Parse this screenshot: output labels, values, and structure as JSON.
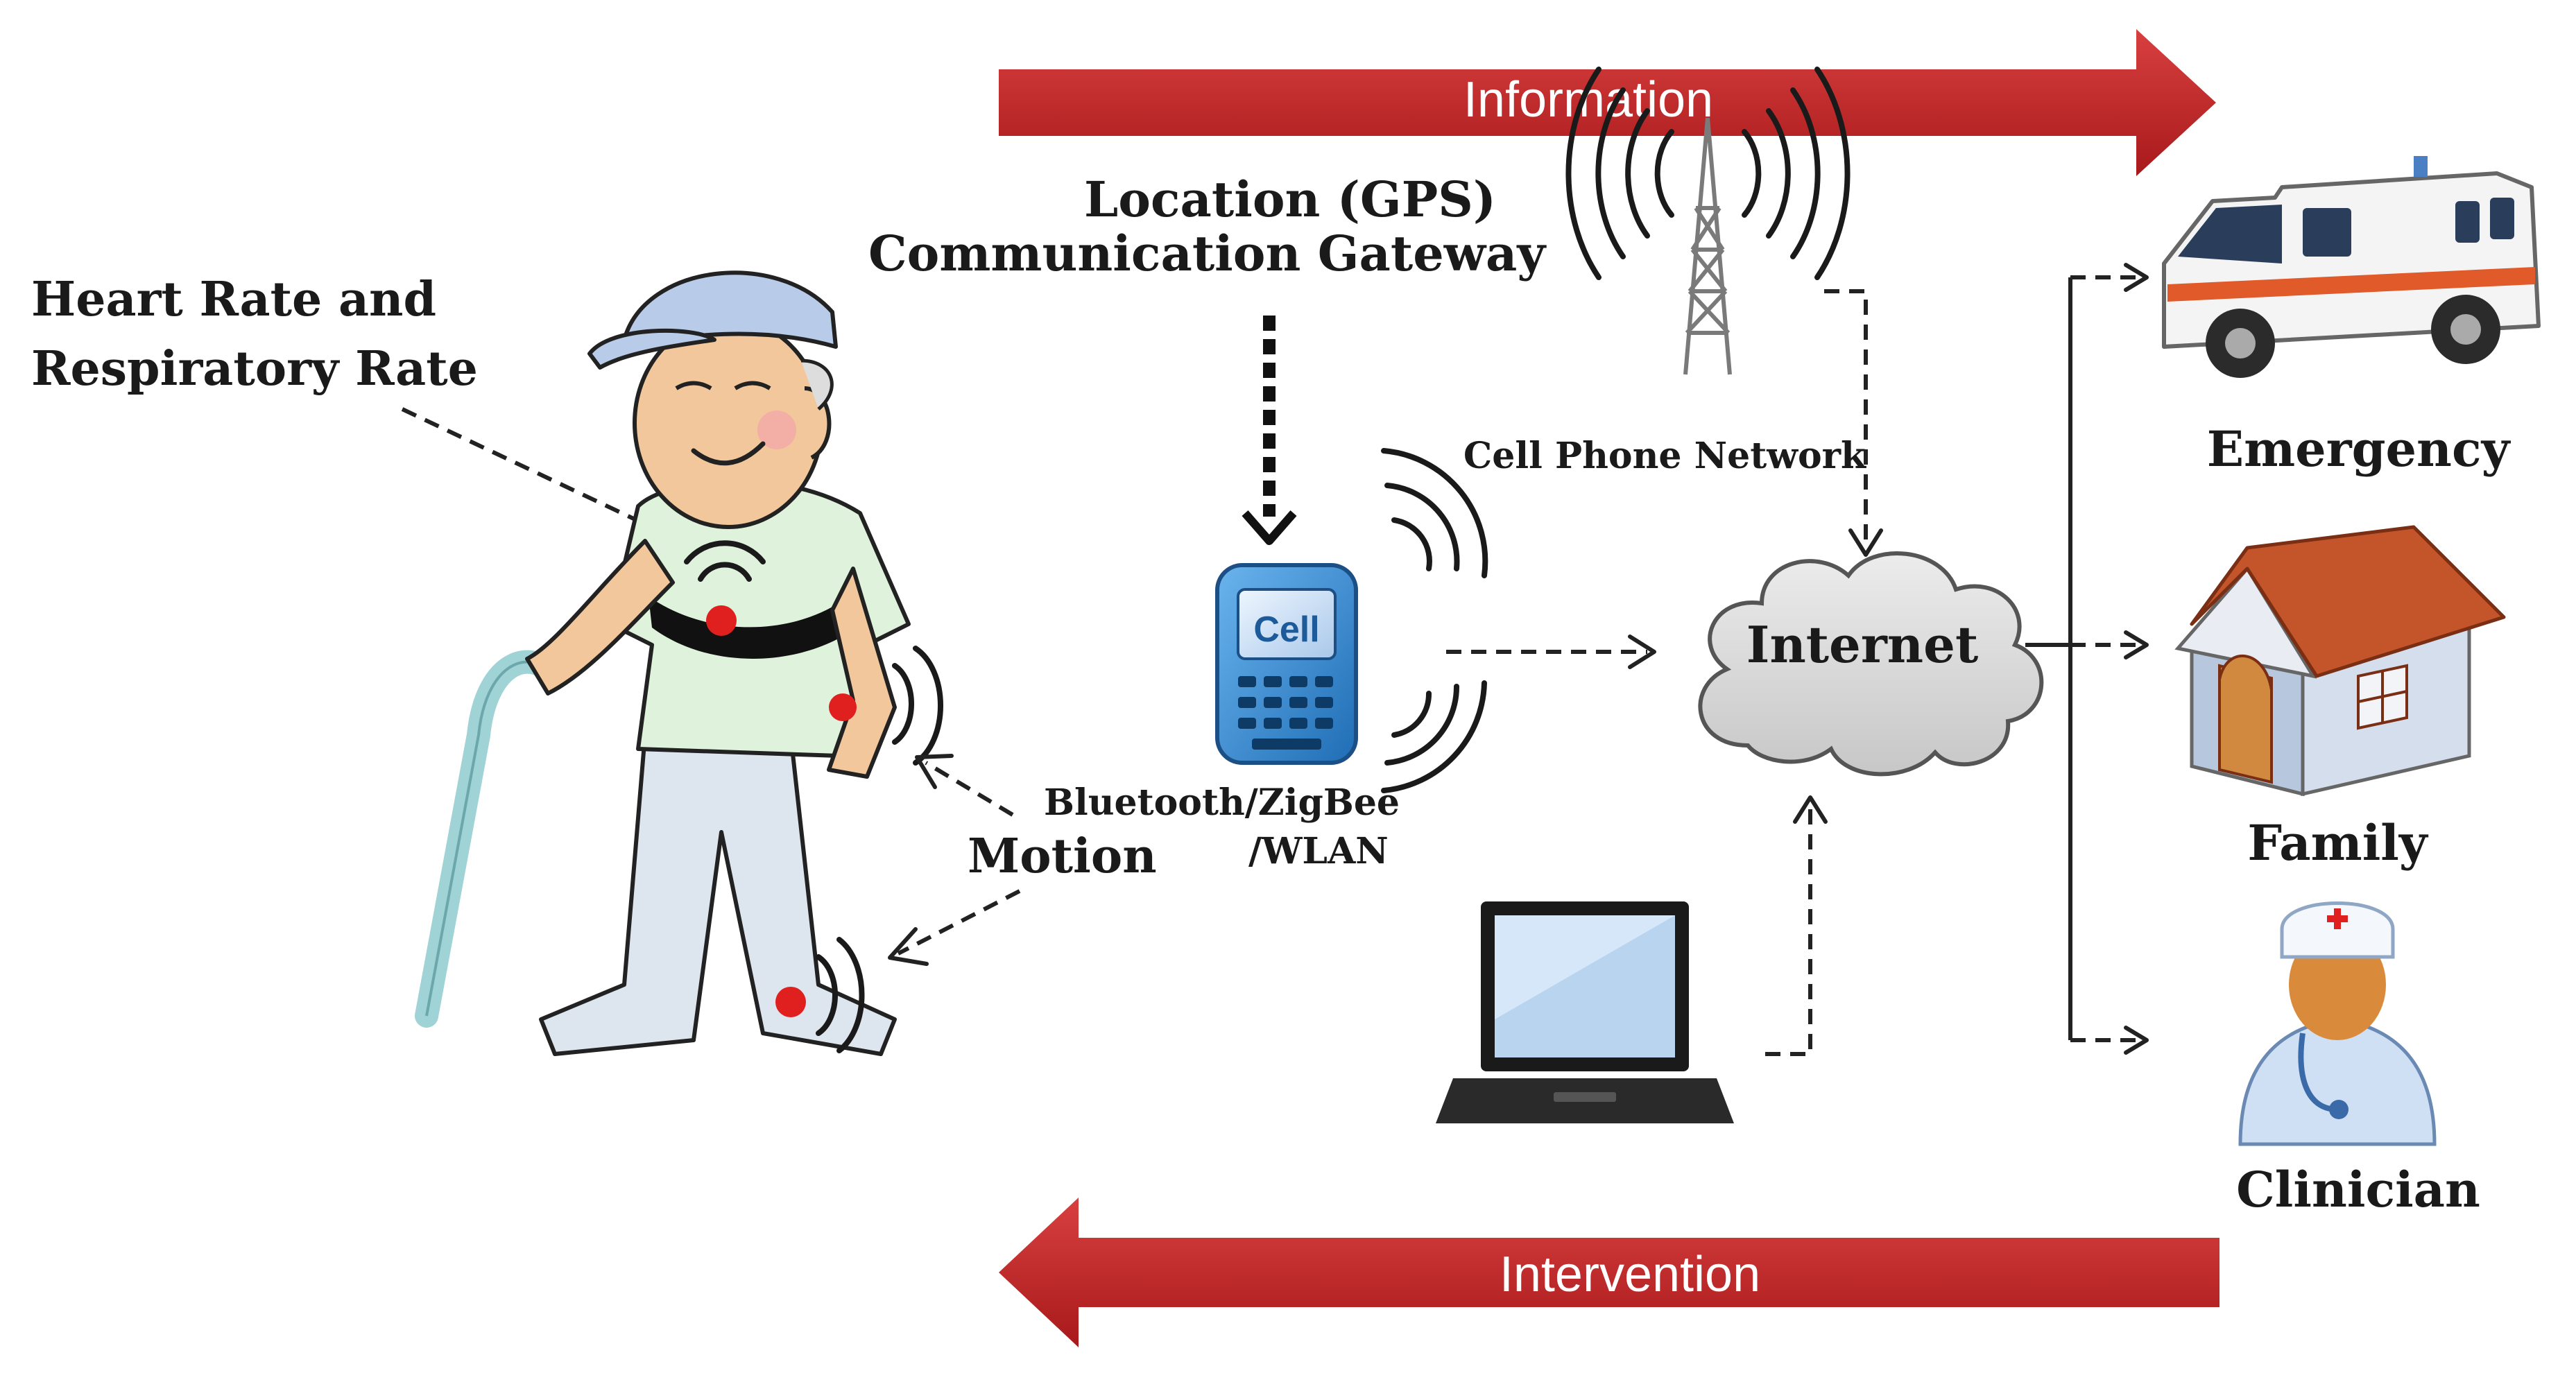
{
  "arrows": {
    "top_label": "Information",
    "bottom_label": "Intervention",
    "color": "#c0282b"
  },
  "labels": {
    "heart_rate_line1": "Heart Rate and",
    "heart_rate_line2": "Respiratory Rate",
    "gps_line1": "Location (GPS)",
    "gps_line2": "Communication Gateway",
    "cell_network": "Cell Phone Network",
    "bluetooth_line1": "Bluetooth/ZigBee",
    "bluetooth_line2": "/WLAN",
    "motion": "Motion",
    "internet": "Internet",
    "phone_screen": "Cell"
  },
  "recipients": [
    {
      "label": "Emergency",
      "icon": "ambulance-icon"
    },
    {
      "label": "Family",
      "icon": "house-icon"
    },
    {
      "label": "Clinician",
      "icon": "clinician-icon"
    }
  ],
  "colors": {
    "sensor_dot": "#e0201e",
    "cloud": "#d6d6d6",
    "phone_body": "#3d8fd6",
    "roof": "#c4552a"
  }
}
